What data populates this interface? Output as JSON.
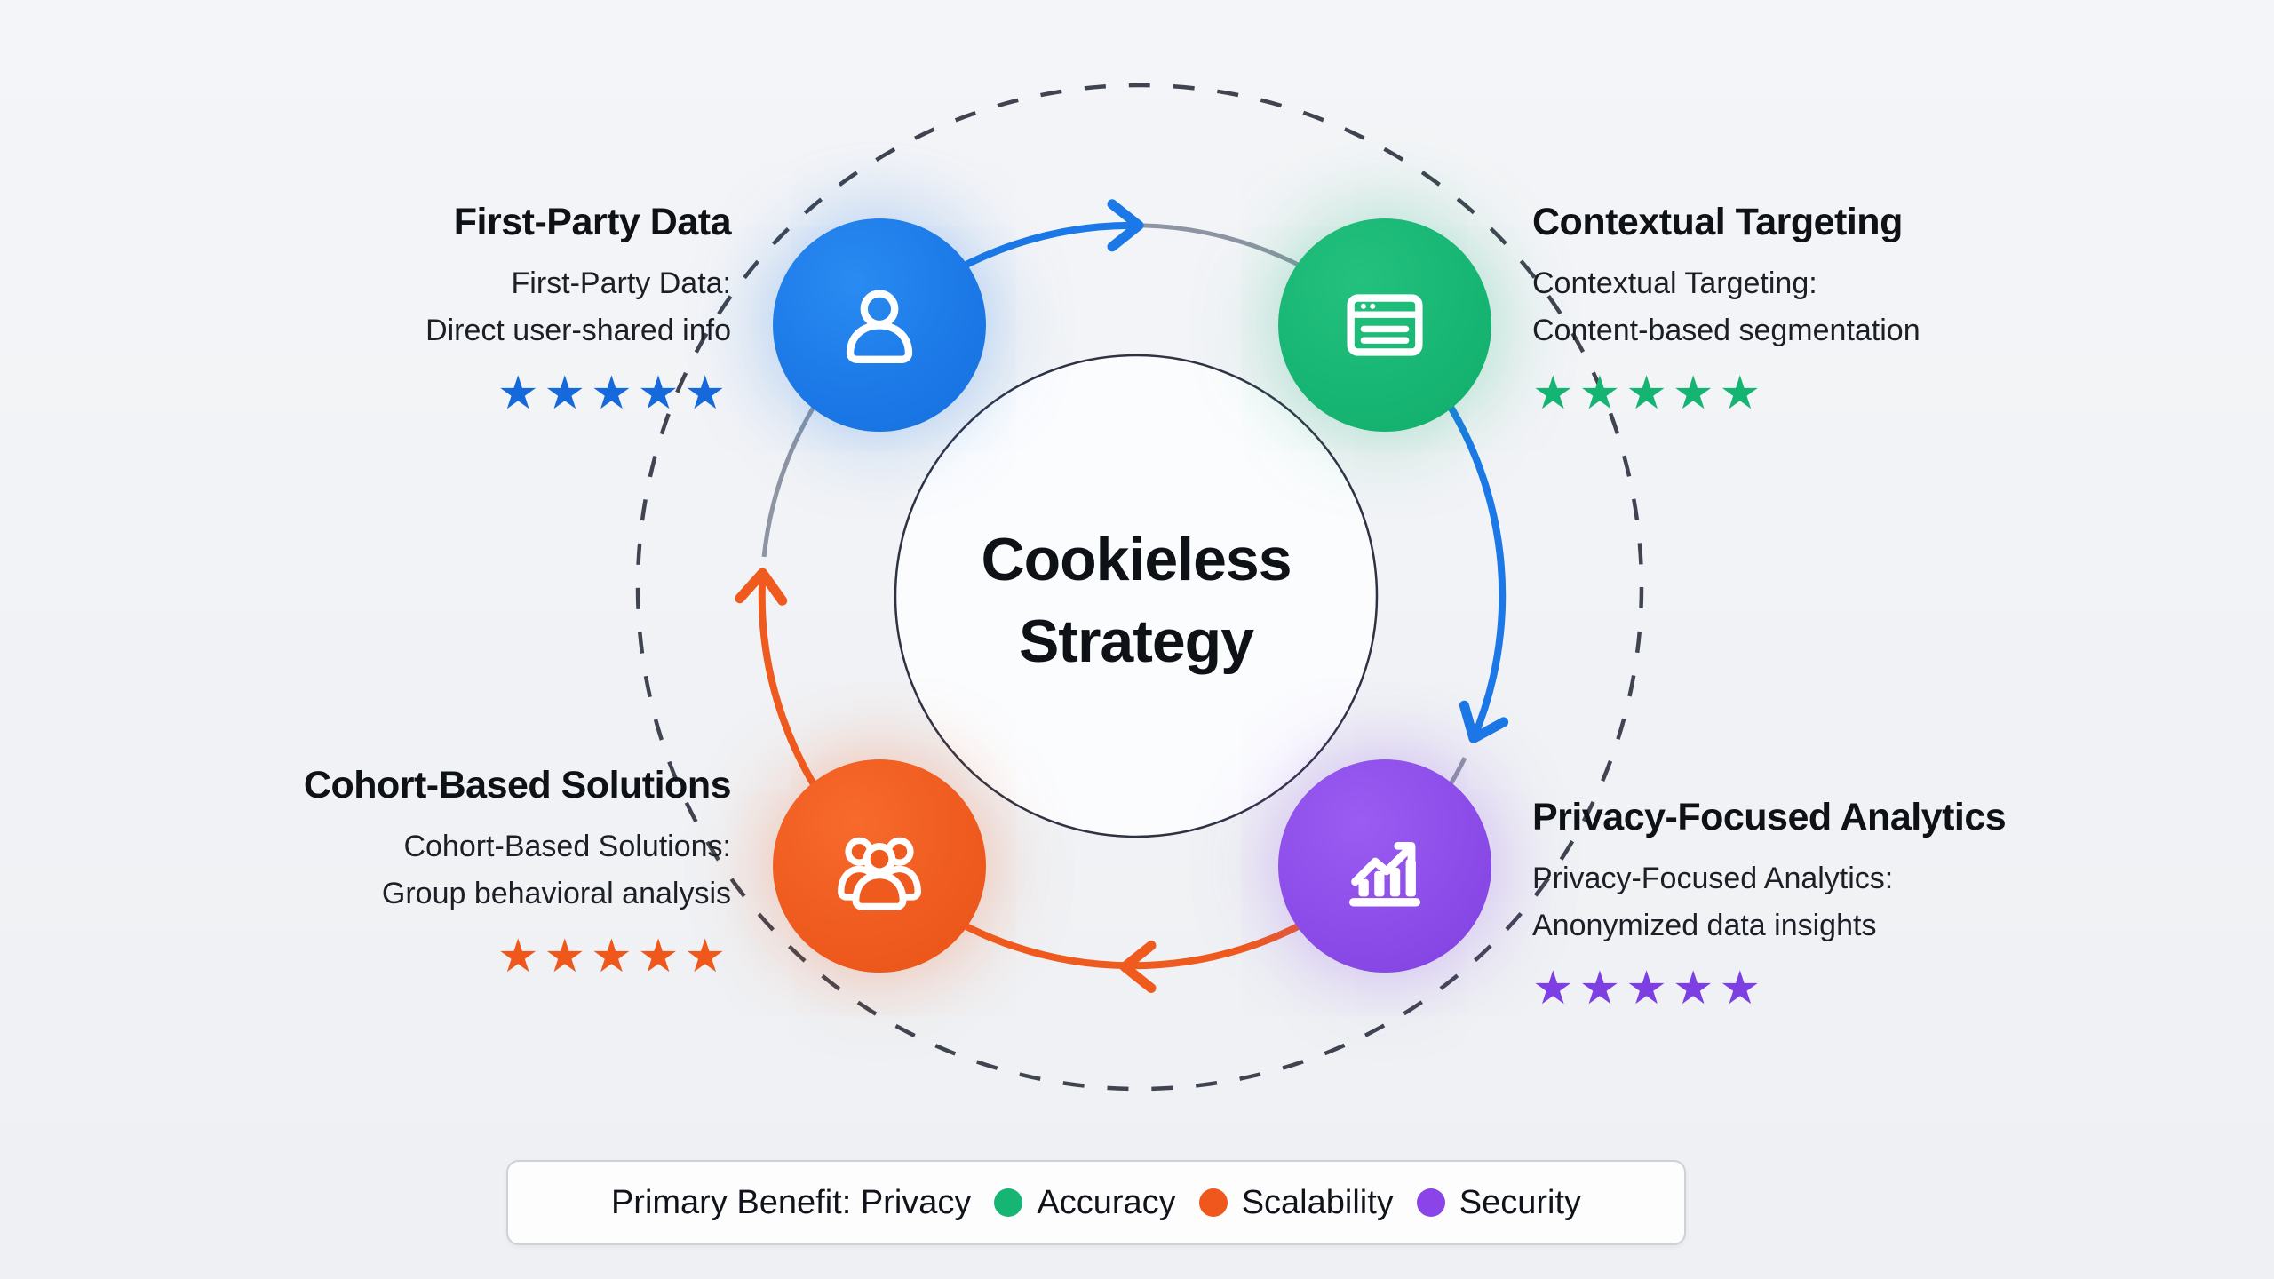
{
  "diagram": {
    "center": {
      "title_line1": "Cookieless",
      "title_line2": "Strategy"
    },
    "quadrants": [
      {
        "key": "first-party-data",
        "title": "First-Party Data",
        "desc_line1": "First-Party Data:",
        "desc_line2": "Direct user-shared info",
        "rating": 5,
        "stars": "★★★★★",
        "color": "#1b78e6",
        "icon": "user-icon"
      },
      {
        "key": "contextual-targeting",
        "title": "Contextual Targeting",
        "desc_line1": "Contextual Targeting:",
        "desc_line2": "Content-based segmentation",
        "rating": 5,
        "stars": "★★★★★",
        "color": "#17b573",
        "icon": "browser-window-icon"
      },
      {
        "key": "cohort-based-solutions",
        "title": "Cohort-Based Solutions",
        "desc_line1": "Cohort-Based Solutions:",
        "desc_line2": "Group behavioral analysis",
        "rating": 5,
        "stars": "★★★★★",
        "color": "#ef5a1e",
        "icon": "user-group-icon"
      },
      {
        "key": "privacy-focused-analytics",
        "title": "Privacy-Focused Analytics",
        "desc_line1": "Privacy-Focused Analytics:",
        "desc_line2": "Anonymized data insights",
        "rating": 5,
        "stars": "★★★★★",
        "color": "#8b4be8",
        "icon": "bar-chart-trend-icon"
      }
    ],
    "legend": {
      "primary_label": "Primary Benefit: Privacy",
      "items": [
        {
          "label": "Accuracy",
          "color": "#17b573"
        },
        {
          "label": "Scalability",
          "color": "#f0571c"
        },
        {
          "label": "Security",
          "color": "#8b44e8"
        }
      ]
    }
  }
}
